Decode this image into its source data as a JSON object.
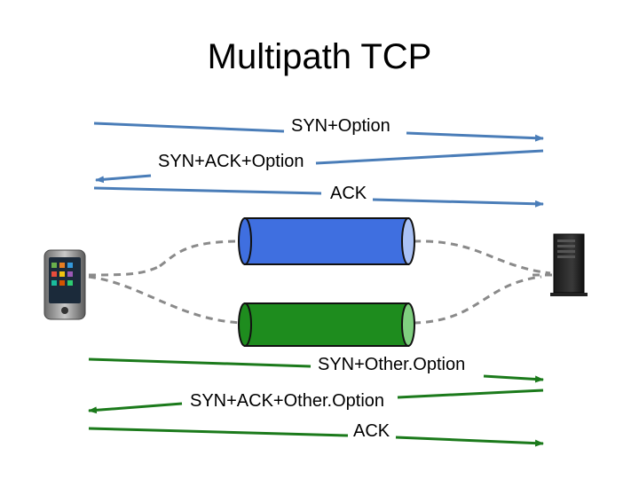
{
  "title": "Multipath TCP",
  "colors": {
    "blue_arrow": "#4a7db8",
    "green_arrow": "#1b7a1b",
    "subflow1": "#3f6fe0",
    "subflow2": "#1e8c1e",
    "dashed_path": "#8a8a8a"
  },
  "icons": {
    "client": "smartphone-icon",
    "server": "server-tower-icon"
  },
  "handshake1": {
    "syn": "SYN+Option",
    "synack": "SYN+ACK+Option",
    "ack": "ACK"
  },
  "handshake2": {
    "syn": "SYN+Other.Option",
    "synack": "SYN+ACK+Other.Option",
    "ack": "ACK"
  }
}
